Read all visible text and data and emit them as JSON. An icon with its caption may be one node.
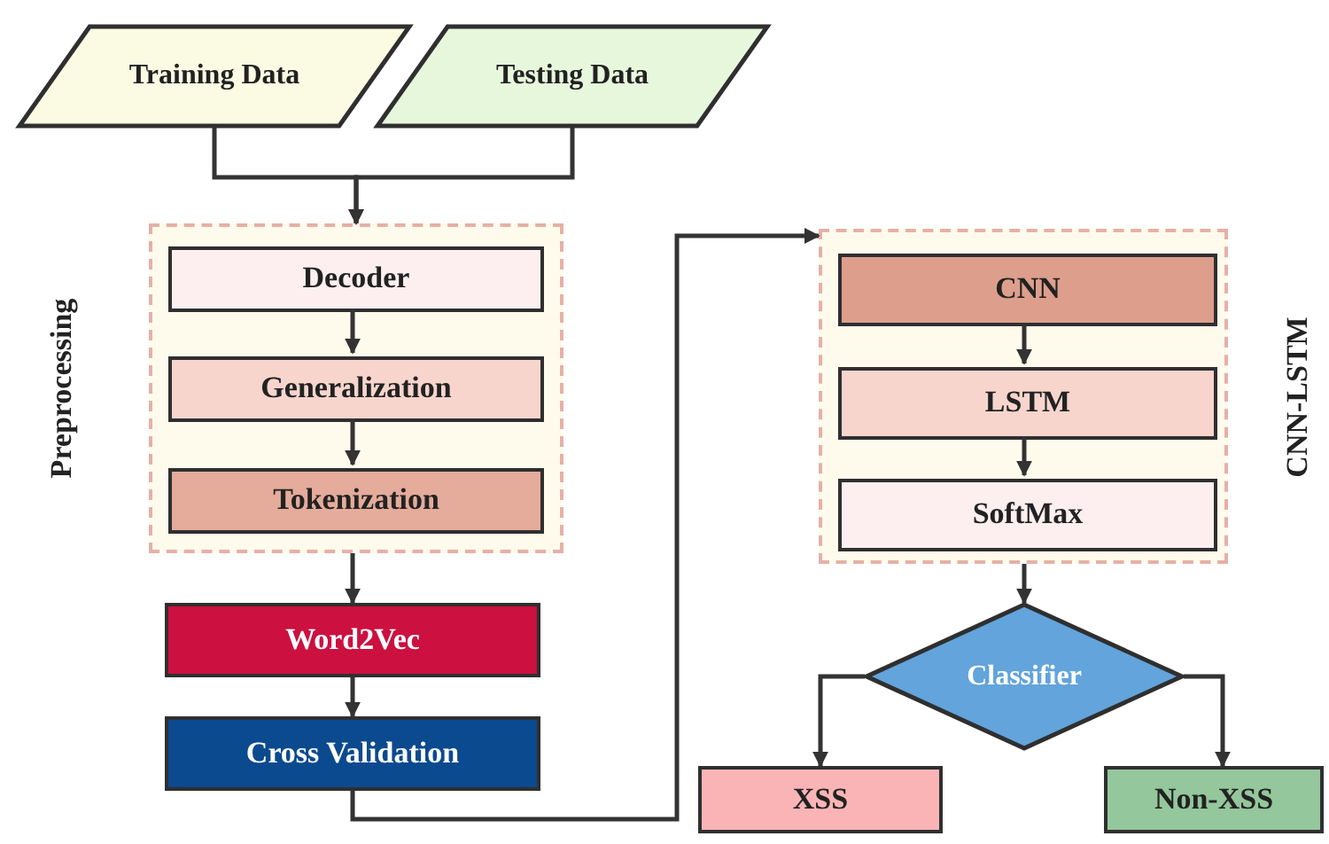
{
  "diagram": {
    "nodes": [
      {
        "text": [
          "Training Data"
        ]
      },
      {
        "text": [
          "Testing Data"
        ]
      },
      {
        "text": [
          "Preprocessing"
        ]
      },
      {
        "text": [
          "Decoder"
        ],
        "in": 2
      },
      {
        "text": [
          "Generalization"
        ],
        "in": 2
      },
      {
        "text": [
          "Tokenization"
        ],
        "in": 2
      },
      {
        "text": [
          "Word2Vec"
        ]
      },
      {
        "text": [
          "Cross Validation"
        ]
      },
      {
        "text": [
          "CNN-LSTM"
        ]
      },
      {
        "text": [
          "CNN"
        ],
        "in": 8
      },
      {
        "text": [
          "LSTM"
        ],
        "in": 8
      },
      {
        "text": [
          "SoftMax"
        ],
        "in": 8
      },
      {
        "text": [
          "Classifier"
        ]
      },
      {
        "text": [
          "XSS"
        ]
      },
      {
        "text": [
          "Non-XSS"
        ]
      }
    ],
    "edges": [
      {
        "from": 0,
        "to": 2,
        "arrow": "to"
      },
      {
        "from": 1,
        "to": 2,
        "arrow": "to"
      },
      {
        "from": 3,
        "to": 4,
        "arrow": "to"
      },
      {
        "from": 4,
        "to": 5,
        "arrow": "to"
      },
      {
        "from": 2,
        "to": 6,
        "arrow": "to"
      },
      {
        "from": 6,
        "to": 7,
        "arrow": "to"
      },
      {
        "from": 7,
        "to": 8,
        "arrow": "to"
      },
      {
        "from": 9,
        "to": 10,
        "arrow": "to"
      },
      {
        "from": 10,
        "to": 11,
        "arrow": "to"
      },
      {
        "from": 8,
        "to": 12,
        "arrow": "to"
      },
      {
        "from": 12,
        "to": 13,
        "arrow": "to"
      },
      {
        "from": 12,
        "to": 14,
        "arrow": "to"
      }
    ]
  }
}
